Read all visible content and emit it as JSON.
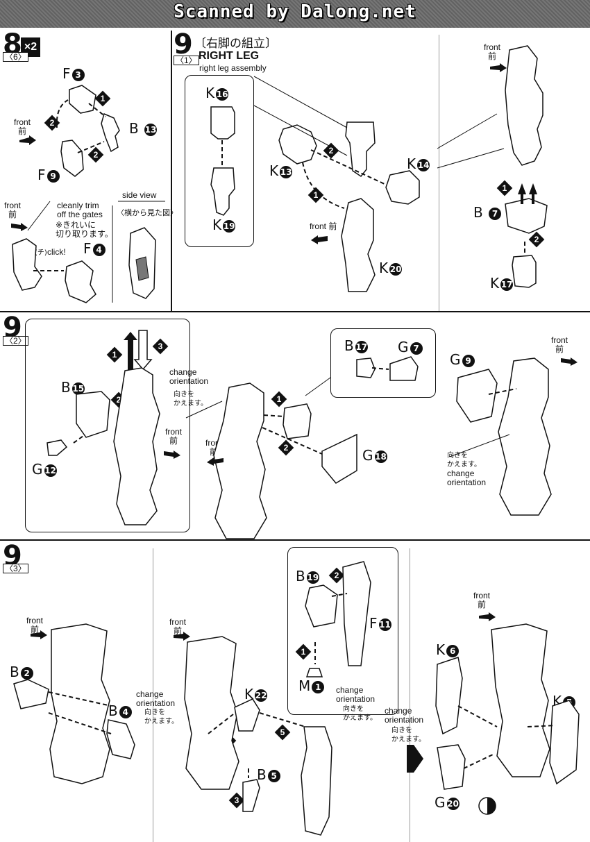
{
  "header": {
    "scan_text": "Scanned by Dalong.net"
  },
  "step8": {
    "number": "8",
    "sub": "〈6〉",
    "multiplier": "×2",
    "parts": {
      "f3": "F",
      "f3n": "3",
      "b13": "B",
      "b13n": "13",
      "f9": "F",
      "f9n": "9",
      "f4": "F",
      "f4n": "4"
    },
    "front_en": "front",
    "front_ja": "前",
    "note_en": "cleanly trim\noff the gates",
    "note_ja": "※きれいに\n切り取ります。",
    "click": "click!",
    "click_ja": "(チ)",
    "side_view_en": "side view",
    "side_view_ja": "〈横から見た図〉",
    "steps": [
      "1",
      "2",
      "2"
    ]
  },
  "step9_1": {
    "number": "9",
    "sub": "〈1〉",
    "title_ja": "〔右脚の組立〕",
    "title_en": "RIGHT LEG",
    "subtitle_en": "right leg assembly",
    "parts": {
      "k16": "K",
      "k16n": "16",
      "k19": "K",
      "k19n": "19",
      "k13": "K",
      "k13n": "13",
      "k14": "K",
      "k14n": "14",
      "k20": "K",
      "k20n": "20",
      "b7": "B",
      "b7n": "7",
      "k17": "K",
      "k17n": "17"
    },
    "front_en": "front",
    "front_ja": "前",
    "steps": [
      "1",
      "2",
      "1",
      "2"
    ]
  },
  "step9_2": {
    "number": "9",
    "sub": "〈2〉",
    "parts": {
      "b15": "B",
      "b15n": "15",
      "g12": "G",
      "g12n": "12",
      "b17": "B",
      "b17n": "17",
      "g7": "G",
      "g7n": "7",
      "g18": "G",
      "g18n": "18",
      "g9": "G",
      "g9n": "9"
    },
    "change_en": "change\norientation",
    "change_ja": "向きを\nかえます。",
    "front_en": "front",
    "front_ja": "前",
    "steps": [
      "1",
      "3",
      "2",
      "1",
      "2"
    ]
  },
  "step9_3": {
    "number": "9",
    "sub": "〈3〉",
    "parts": {
      "b2": "B",
      "b2n": "2",
      "b4": "B",
      "b4n": "4",
      "k22": "K",
      "k22n": "22",
      "b5": "B",
      "b5n": "5",
      "b19": "B",
      "b19n": "19",
      "f11": "F",
      "f11n": "11",
      "m1": "M",
      "m1n": "1",
      "k6": "K",
      "k6n": "6",
      "k5": "K",
      "k5n": "5",
      "g20": "G",
      "g20n": "20"
    },
    "front_en": "front",
    "front_ja": "前",
    "change_en": "change\norientation",
    "change_ja": "向きを\nかえます。",
    "steps": [
      "4",
      "5",
      "3",
      "2",
      "1"
    ]
  },
  "colors": {
    "ink": "#111111",
    "banner": "#6a6a6a",
    "paper": "#ffffff"
  }
}
